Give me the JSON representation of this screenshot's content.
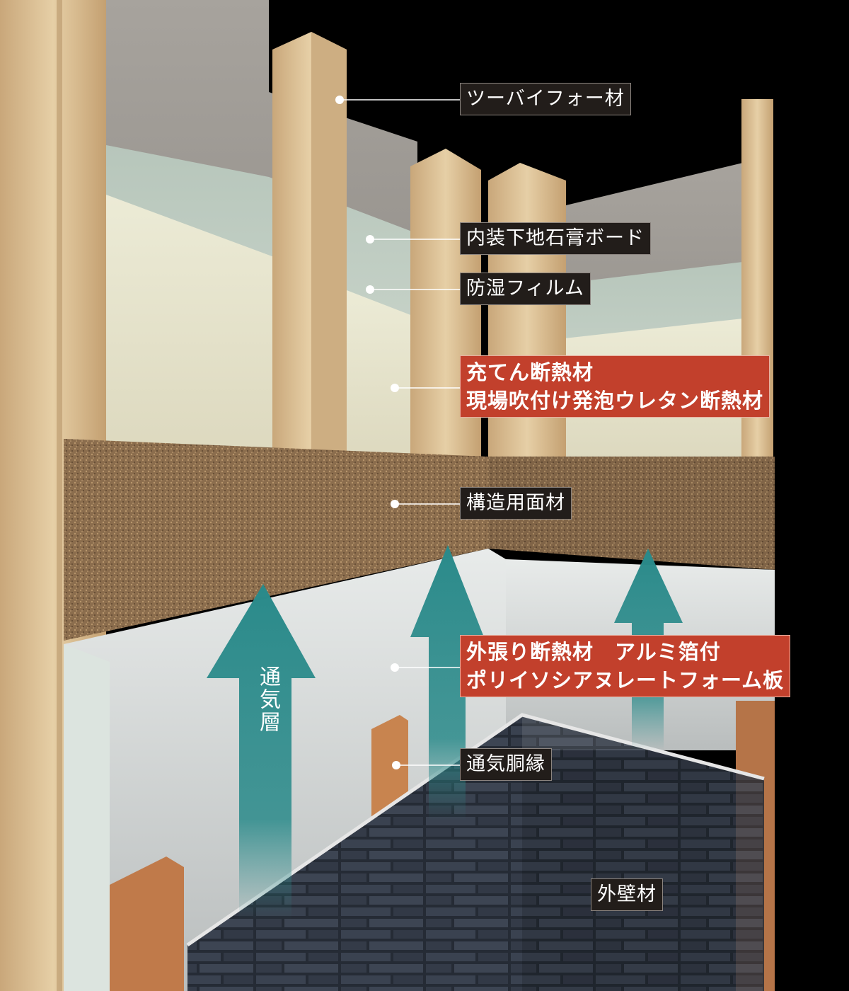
{
  "labels": {
    "two_by_four": "ツーバイフォー材",
    "gypsum_board": "内装下地石膏ボード",
    "vapor_film": "防湿フィルム",
    "fill_insulation_line1": "充てん断熱材",
    "fill_insulation_line2": "現場吹付け発泡ウレタン断熱材",
    "structural_panel": "構造用面材",
    "ext_insulation_line1": "外張り断熱材　アルミ箔付",
    "ext_insulation_line2": "ポリイソシアヌレートフォーム板",
    "furring_strip": "通気胴縁",
    "exterior_wall": "外壁材",
    "air_layer": "通気層"
  },
  "colors": {
    "highlight": "#c2402c",
    "label_bg": "#221d1a",
    "arrow": "#2f8c8c",
    "wood": "#d9bf97",
    "foam": "#e5e2cc",
    "osb": "#8a6c4c",
    "foil": "#dfe3e3",
    "brick": "#2d3440"
  }
}
